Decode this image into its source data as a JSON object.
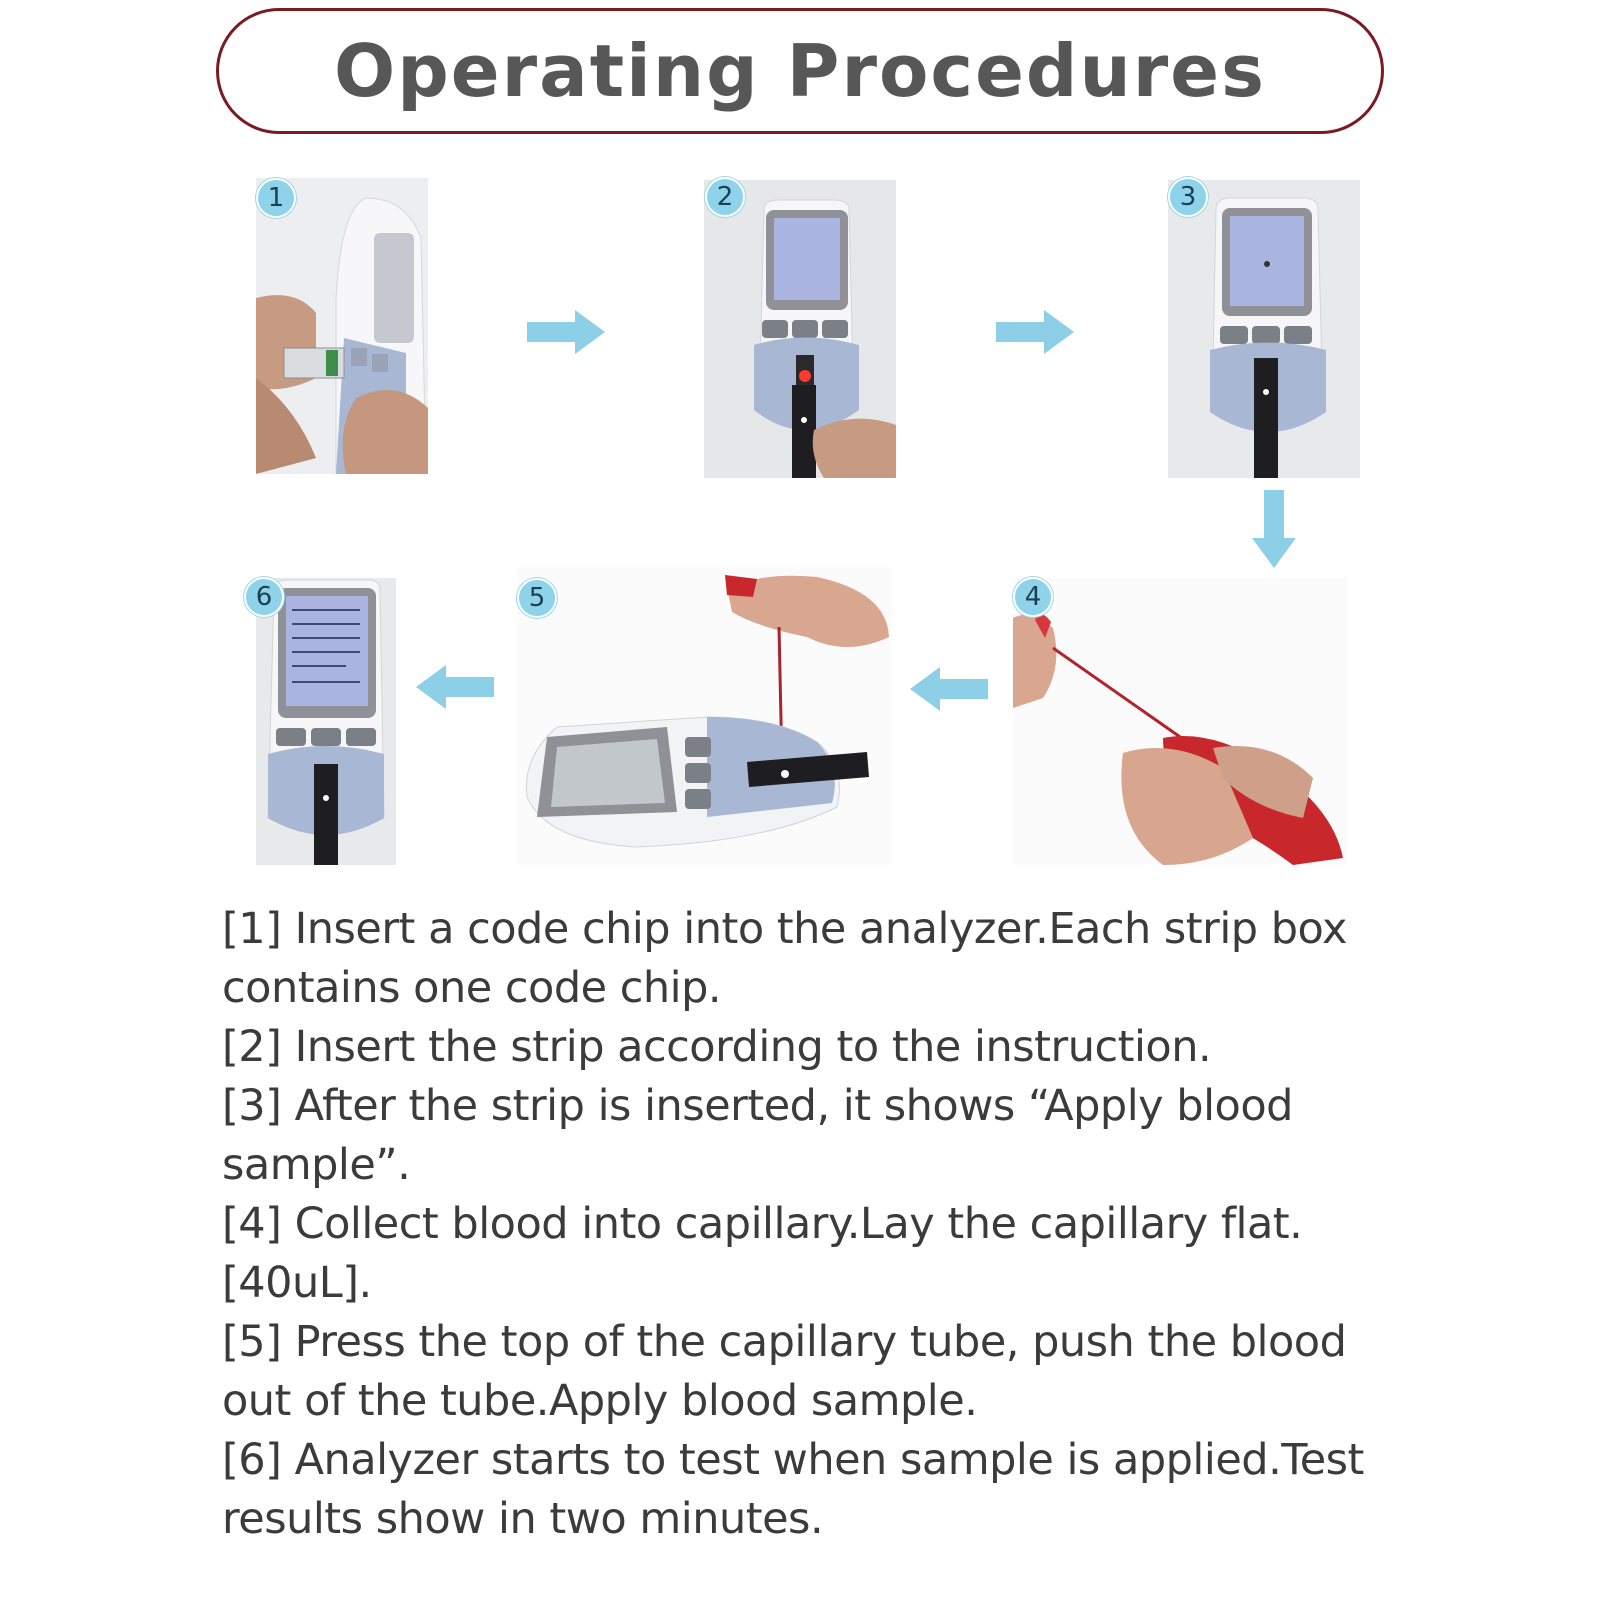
{
  "title": "Operating Procedures",
  "colors": {
    "title_border": "#7a1a22",
    "title_text": "#575757",
    "badge_fill": "#8fd3ea",
    "arrow_fill": "#8ccfe6",
    "step_text": "#3b3b3b",
    "meter_body": "#f4f4f6",
    "meter_blue": "#9fb3d6",
    "screen": "#a9b4e0"
  },
  "figures": [
    {
      "number": "1",
      "icon": "code-chip-insert-photo"
    },
    {
      "number": "2",
      "icon": "strip-insert-photo"
    },
    {
      "number": "3",
      "icon": "strip-inserted-photo"
    },
    {
      "number": "4",
      "icon": "capillary-blood-photo"
    },
    {
      "number": "5",
      "icon": "apply-sample-photo"
    },
    {
      "number": "6",
      "icon": "test-results-photo"
    }
  ],
  "steps": [
    "[1] Insert a code chip into the analyzer.Each strip box contains one code chip.",
    "[2] Insert the strip according to the instruction.",
    "[3] After the strip is inserted, it shows “Apply blood sample”.",
    "[4] Collect blood into capillary.Lay the capillary flat.[40uL].",
    "[5] Press the top of the capillary tube, push the blood out of the tube.Apply blood sample.",
    "[6] Analyzer starts to test when sample is applied.Test results show in two minutes."
  ]
}
